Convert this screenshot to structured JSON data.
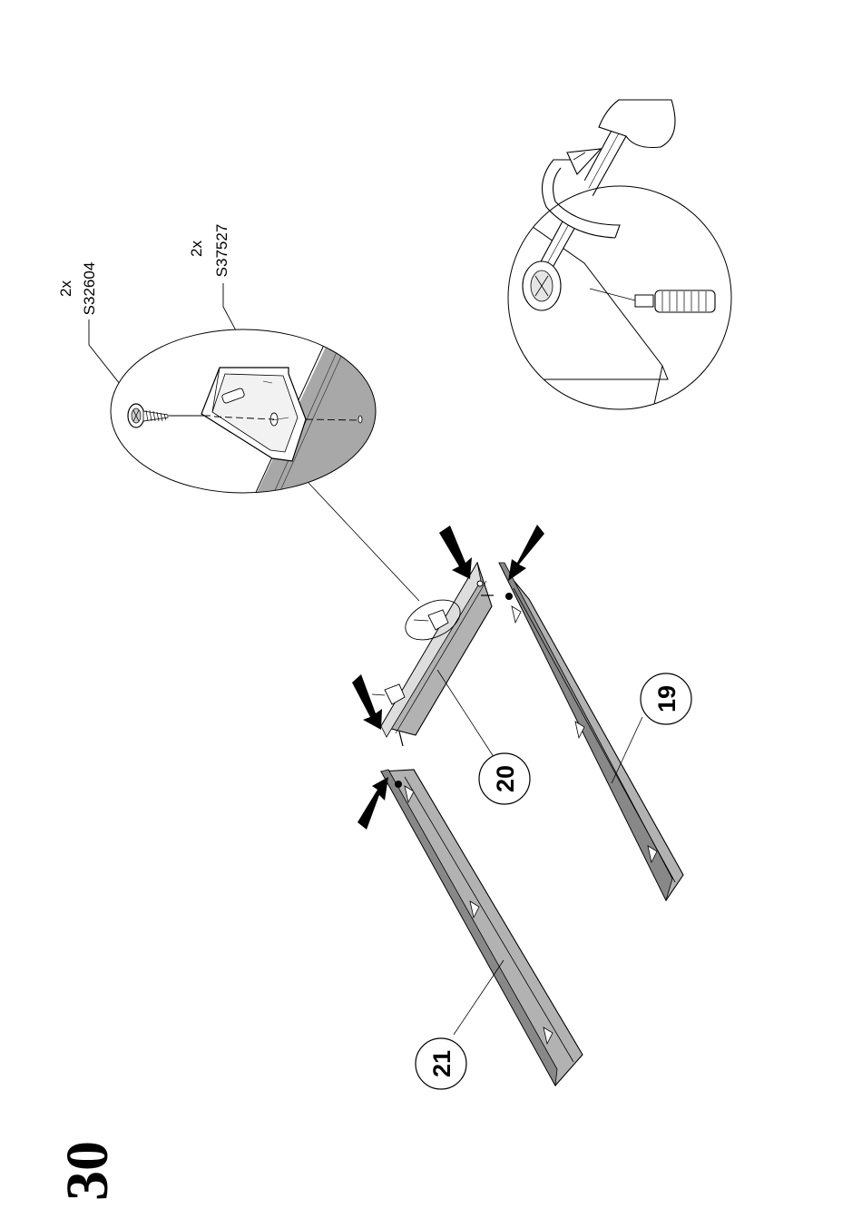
{
  "step_number": "30",
  "hardware": [
    {
      "qty": "2x",
      "code": "S32604"
    },
    {
      "qty": "2x",
      "code": "S37527"
    }
  ],
  "parts": [
    {
      "number": "19"
    },
    {
      "number": "20"
    },
    {
      "number": "21"
    }
  ],
  "icons": [
    "arrow-icon",
    "screwdriver-icon",
    "screw-icon",
    "bracket-icon",
    "dowel-icon",
    "rotation-arrow-icon"
  ]
}
